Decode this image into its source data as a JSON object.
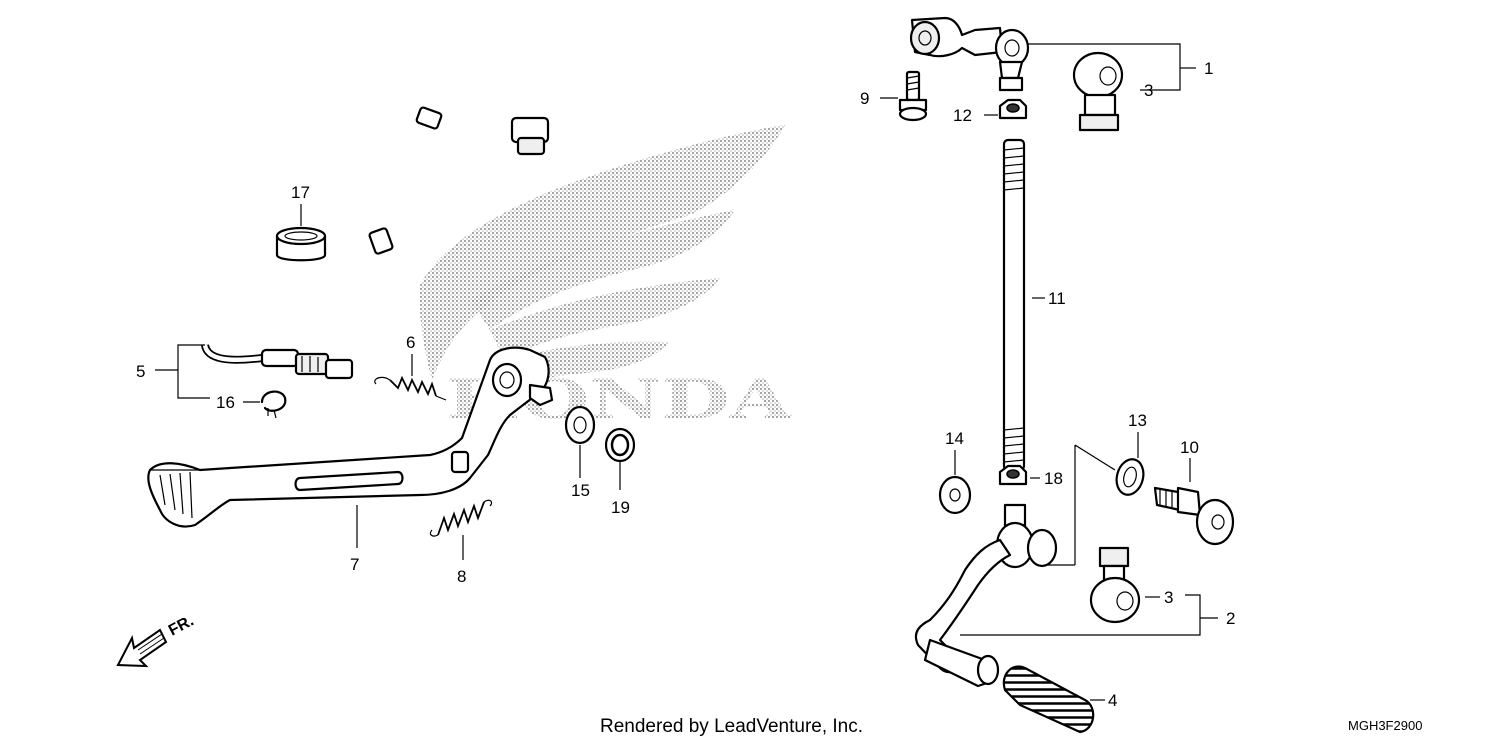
{
  "diagram": {
    "watermark_text": "HONDA",
    "orientation_label": "FR.",
    "credit": "Rendered by LeadVenture, Inc.",
    "diagram_code": "MGH3F2900",
    "callouts": [
      {
        "id": "c1",
        "text": "1"
      },
      {
        "id": "c2",
        "text": "2"
      },
      {
        "id": "c3a",
        "text": "3"
      },
      {
        "id": "c3b",
        "text": "3"
      },
      {
        "id": "c4",
        "text": "4"
      },
      {
        "id": "c5",
        "text": "5"
      },
      {
        "id": "c6",
        "text": "6"
      },
      {
        "id": "c7",
        "text": "7"
      },
      {
        "id": "c8",
        "text": "8"
      },
      {
        "id": "c9",
        "text": "9"
      },
      {
        "id": "c10",
        "text": "10"
      },
      {
        "id": "c11",
        "text": "11"
      },
      {
        "id": "c12",
        "text": "12"
      },
      {
        "id": "c13",
        "text": "13"
      },
      {
        "id": "c14",
        "text": "14"
      },
      {
        "id": "c15",
        "text": "15"
      },
      {
        "id": "c16",
        "text": "16"
      },
      {
        "id": "c17",
        "text": "17"
      },
      {
        "id": "c18",
        "text": "18"
      },
      {
        "id": "c19",
        "text": "19"
      }
    ]
  }
}
